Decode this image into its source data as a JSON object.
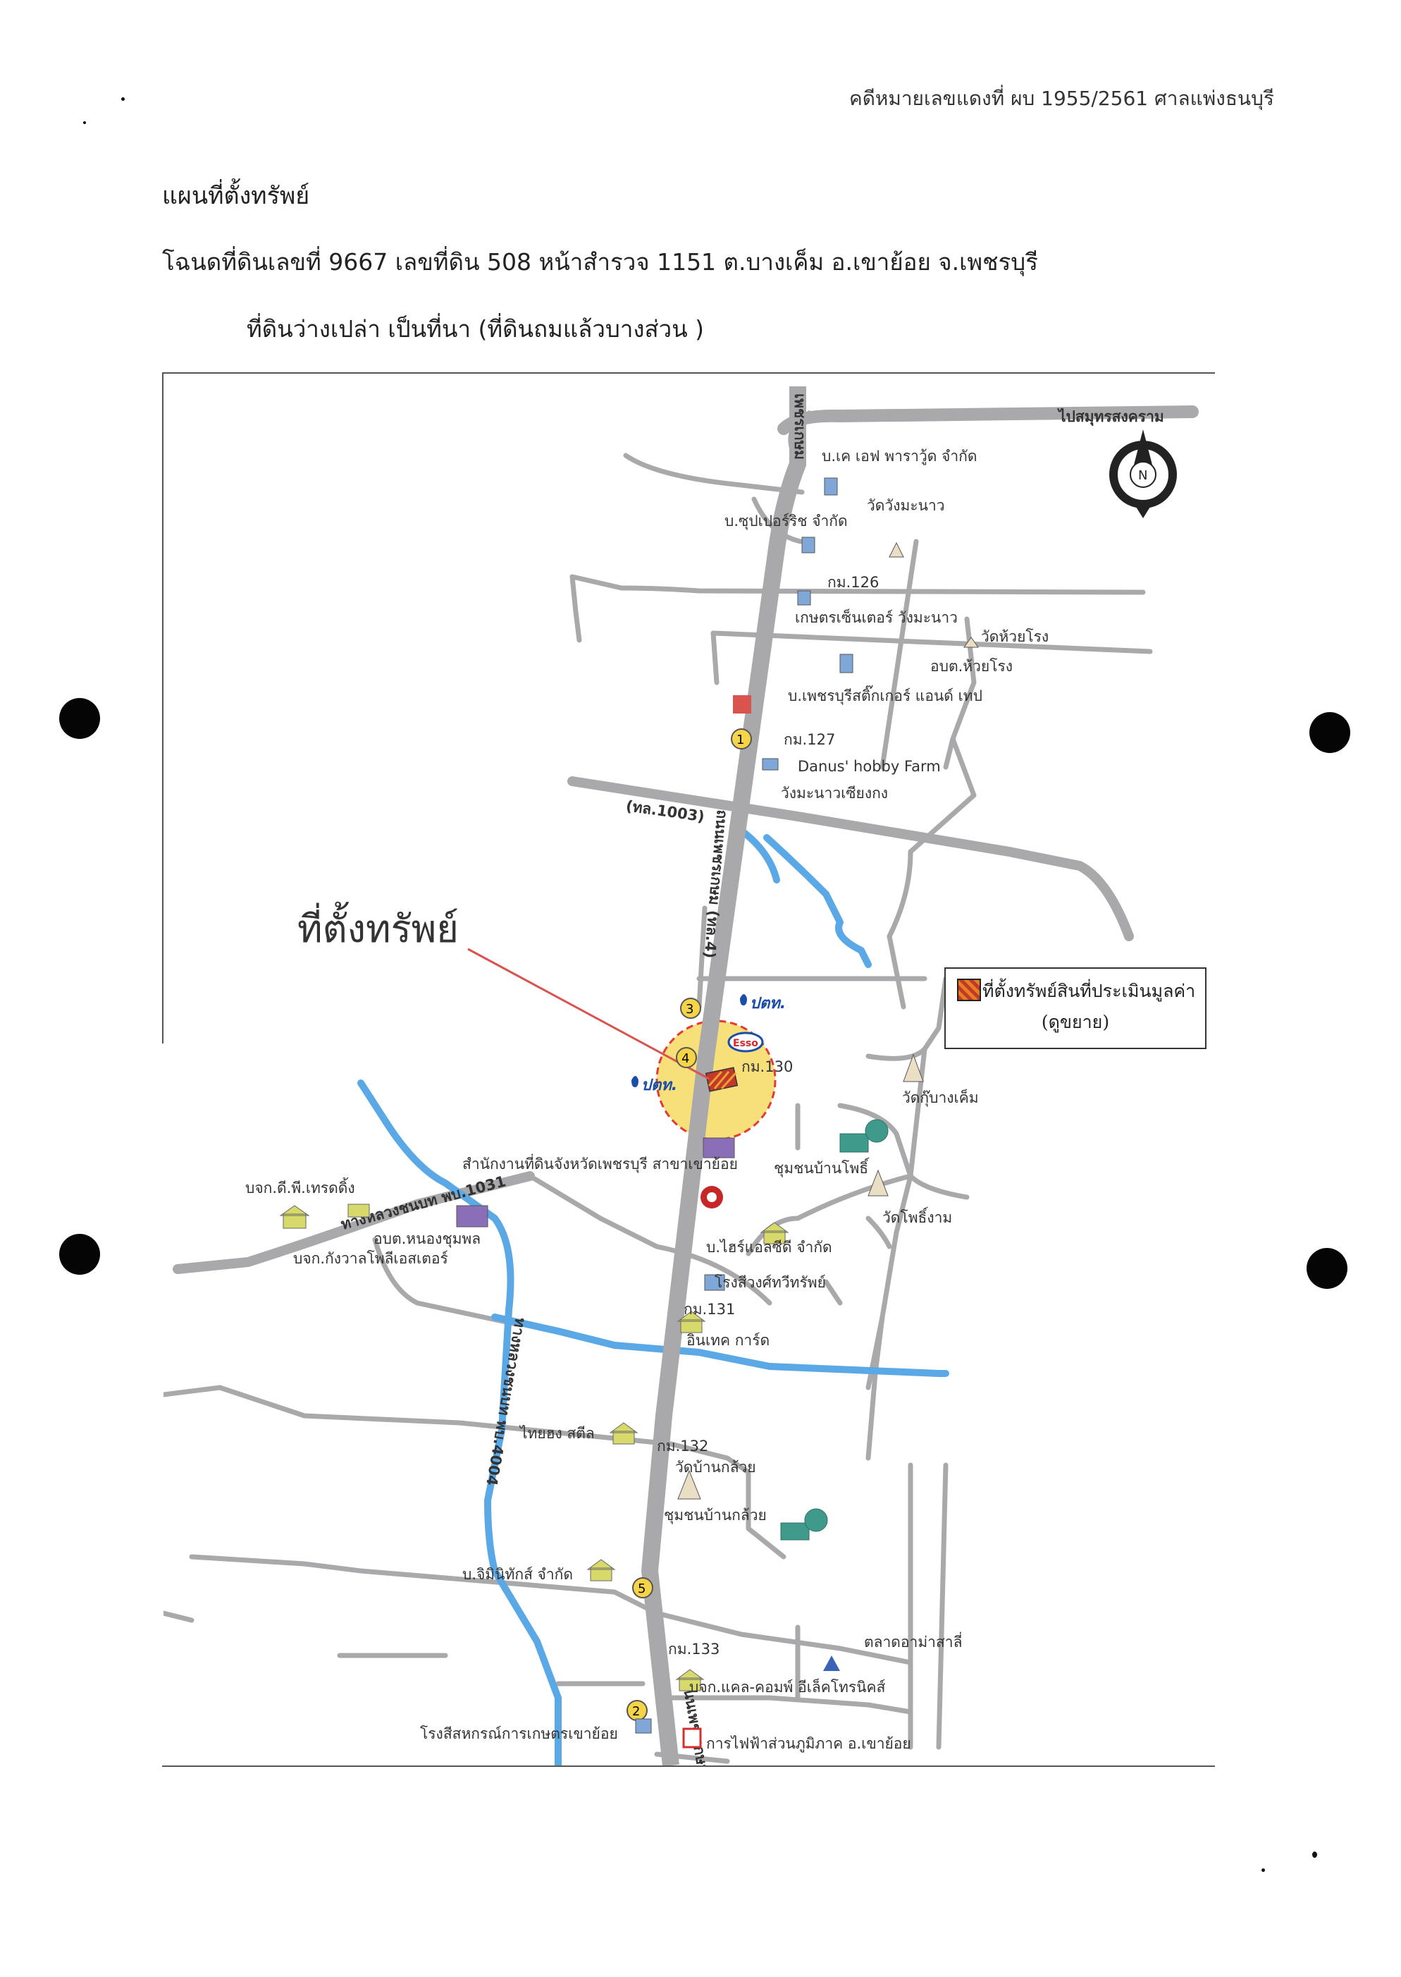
{
  "header": {
    "case_number": "คดีหมายเลขแดงที่ ผบ 1955/2561 ศาลแพ่งธนบุรี",
    "title": "แผนที่ตั้งทรัพย์",
    "deed_line": "โฉนดที่ดินเลขที่ 9667 เลขที่ดิน 508 หน้าสำรวจ 1151 ต.บางเค็ม อ.เขาย้อย จ.เพชรบุรี",
    "description": "ที่ดินว่างเปล่า เป็นที่นา (ที่ดินถมแล้วบางส่วน )"
  },
  "map": {
    "location_callout": "ที่ตั้งทรัพย์",
    "legend_line1": "ที่ตั้งทรัพย์สินที่ประเมินมูลค่า",
    "legend_line2": "(ดูขยาย)",
    "compass": "N",
    "roads": {
      "top_east": "ไปสมุทรสงคราม",
      "highway_north": "เพชรเกษม",
      "highway_mid": "ถนนเพชรเกษม (ทล.4)",
      "road_1003": "(ทล.1003)",
      "road_1031": "ทางหลวงชนบท พบ.1031",
      "road_4004": "ทางหลวงชนบท พบ.4004",
      "highway_south": "ถนนเพชรเกษม"
    },
    "places": [
      "บ.เค เอฟ พาราวู้ด จำกัด",
      "บ.ซุปเปอร์ริช จำกัด",
      "วัดวังมะนาว",
      "กม.126",
      "เกษตรเซ็นเตอร์ วังมะนาว",
      "วัดห้วยโรง",
      "อบต.ห้วยโรง",
      "บ.เพชรบุรีสติ๊กเกอร์ แอนด์ เทป",
      "กม.127",
      "Danus' hobby Farm",
      "วังมะนาวเซียงกง",
      "กม.130",
      "วัดกุ๊บางเค็ม",
      "สำนักงานที่ดินจังหวัดเพชรบุรี สาขาเขาย้อย",
      "ชุมชนบ้านโพธิ์",
      "บจก.ดี.พี.เทรดดิ้ง",
      "อบต.หนองชุมพล",
      "บจก.กังวาลโพลีเอสเตอร์",
      "วัดโพธิ์งาม",
      "บ.ไฮร์แอลซีดี จำกัด",
      "โรงสีวงศ์ทวีทรัพย์",
      "กม.131",
      "อินเทค การ์ด",
      "ไทยฮง สตีล",
      "กม.132",
      "วัดบ้านกล้วย",
      "ชุมชนบ้านกล้วย",
      "บ.จิมินิทักส์ จำกัด",
      "ตลาดอาม่าสาลี่",
      "กม.133",
      "บจก.แคล-คอมพ์ อีเล็คโทรนิคส์",
      "โรงสีสหกรณ์การเกษตรเขาย้อย",
      "การไฟฟ้าส่วนภูมิภาค อ.เขาย้อย"
    ],
    "markers": [
      "1",
      "2",
      "3",
      "4",
      "5"
    ],
    "brands": [
      "ปตท.",
      "Esso"
    ],
    "colors": {
      "road": "#a9a9ab",
      "river": "#5aa9e6",
      "highlight": "#f7e07a",
      "highlight_border": "#e53935",
      "callout_line": "#d9534f",
      "marker_fill": "#f5d547"
    }
  }
}
